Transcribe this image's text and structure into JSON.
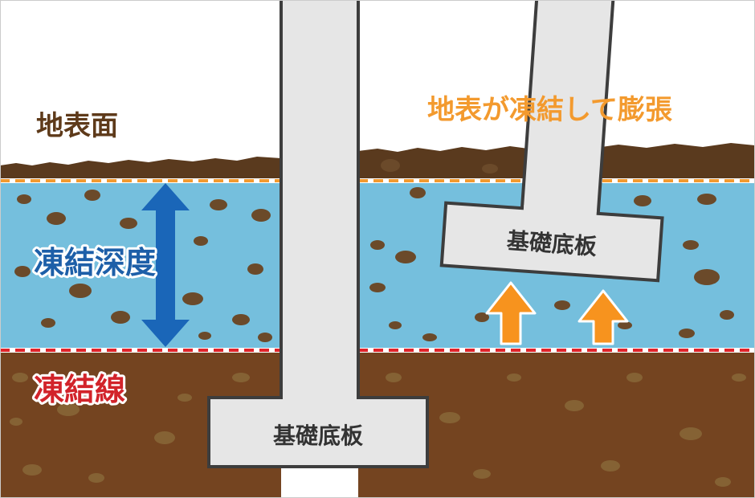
{
  "labels": {
    "surface": "地表面",
    "frost_depth": "凍結深度",
    "frost_line": "凍結線",
    "footing_left": "基礎底板",
    "footing_right": "基礎底板",
    "heave_caption": "地表が凍結して膨張"
  },
  "colors": {
    "topsoil": "#5a3a1e",
    "frozen_soil": "#75bfdd",
    "deep_soil": "#744420",
    "surface_line": "#f39a2e",
    "frost_line": "#e0242a",
    "depth_arrow": "#1a66b8",
    "heave_arrow": "#f7931e",
    "foundation_fill": "#e6e6e6",
    "foundation_edge": "#3d3d3d",
    "label_brown": "#5e3a1a",
    "label_blue": "#1d5fa8",
    "label_red": "#d2232a",
    "label_orange": "#f39a2e"
  }
}
